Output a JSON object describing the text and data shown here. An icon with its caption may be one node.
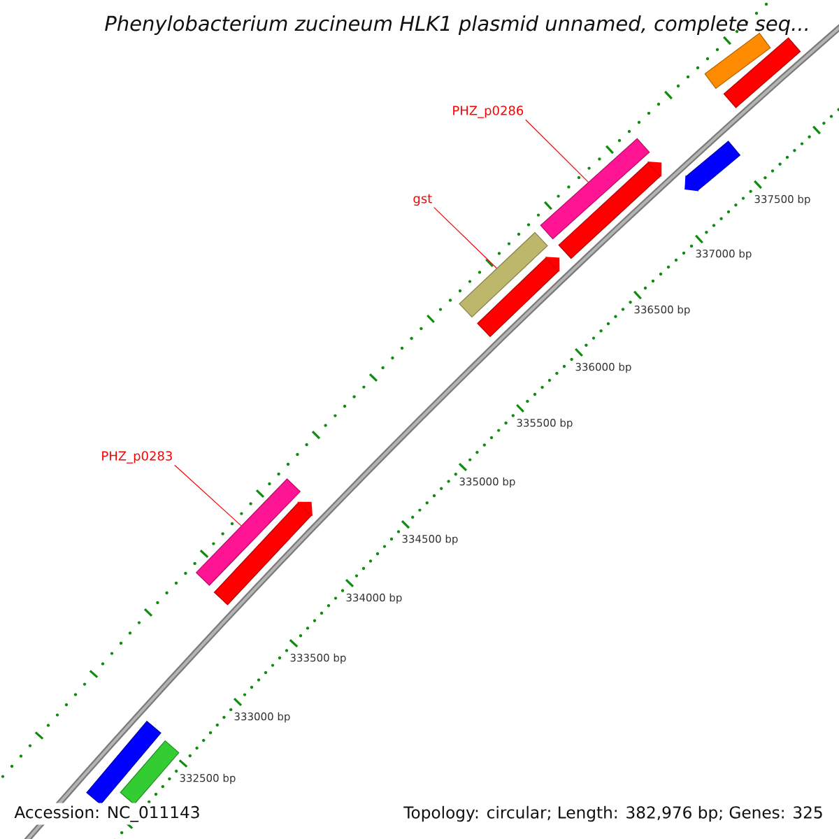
{
  "diagram": {
    "title": "Phenylobacterium zucineum HLK1 plasmid unnamed, complete seq...",
    "nodes": [
      {
        "text": [],
        "shape": "bar"
      },
      {
        "text": [],
        "shape": "bar"
      },
      {
        "text": [
          "PHZ_p0286"
        ]
      },
      {
        "text": [],
        "shape": "bar"
      },
      {
        "text": [],
        "shape": "bar"
      },
      {
        "text": [
          "gst"
        ]
      },
      {
        "text": [],
        "shape": "bar"
      },
      {
        "text": [],
        "shape": "bar"
      },
      {
        "text": [],
        "shape": "bar"
      },
      {
        "text": [
          "PHZ_p0283"
        ]
      },
      {
        "text": [],
        "shape": "bar"
      },
      {
        "text": [],
        "shape": "bar"
      },
      {
        "text": [],
        "shape": "bar"
      },
      {
        "text": [],
        "shape": "bar"
      }
    ],
    "edges": [
      {
        "from": 2,
        "to": 4,
        "arrow": "none"
      },
      {
        "from": 5,
        "to": 7,
        "arrow": "none"
      },
      {
        "from": 9,
        "to": 10,
        "arrow": "none"
      }
    ],
    "labels": [
      "337500 bp",
      "337000 bp",
      "336500 bp",
      "336000 bp",
      "335500 bp",
      "335000 bp",
      "334500 bp",
      "334000 bp",
      "333500 bp",
      "333000 bp",
      "332500 bp",
      "Accession: NC_011143",
      "Topology: circular; Length: 382,976 bp; Genes: 325"
    ]
  }
}
